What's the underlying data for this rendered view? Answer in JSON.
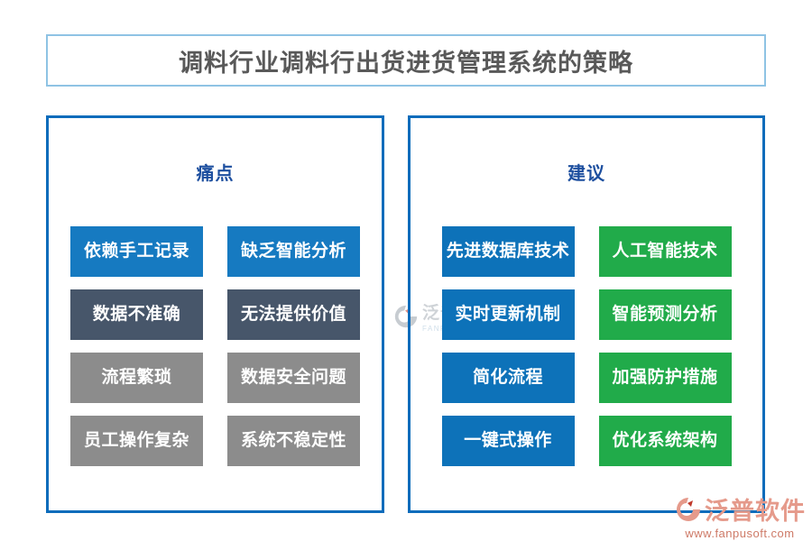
{
  "title": {
    "text": "调料行业调料行出货进货管理系统的策略"
  },
  "colors": {
    "title_border": "#8fc3e4",
    "panel_border": "#0c6cbb",
    "header_text": "#1d4f9f",
    "title_text": "#595959",
    "blue": "#167ac1",
    "blue_dark": "#0d72b9",
    "slate": "#47566a",
    "gray": "#8c8c8c",
    "green": "#21ab4a",
    "logo_salmon": "#e59a8b",
    "logo_url_red": "#ce7a67"
  },
  "panels": [
    {
      "header": "痛点",
      "items": [
        {
          "label": "依赖手工记录",
          "bg": "#167ac1"
        },
        {
          "label": "缺乏智能分析",
          "bg": "#167ac1"
        },
        {
          "label": "数据不准确",
          "bg": "#47566a"
        },
        {
          "label": "无法提供价值",
          "bg": "#47566a"
        },
        {
          "label": "流程繁琐",
          "bg": "#8c8c8c"
        },
        {
          "label": "数据安全问题",
          "bg": "#8c8c8c"
        },
        {
          "label": "员工操作复杂",
          "bg": "#8c8c8c"
        },
        {
          "label": "系统不稳定性",
          "bg": "#8c8c8c"
        }
      ]
    },
    {
      "header": "建议",
      "items": [
        {
          "label": "先进数据库技术",
          "bg": "#0d72b9"
        },
        {
          "label": "人工智能技术",
          "bg": "#21ab4a"
        },
        {
          "label": "实时更新机制",
          "bg": "#0d72b9"
        },
        {
          "label": "智能预测分析",
          "bg": "#21ab4a"
        },
        {
          "label": "简化流程",
          "bg": "#0d72b9"
        },
        {
          "label": "加强防护措施",
          "bg": "#21ab4a"
        },
        {
          "label": "一键式操作",
          "bg": "#0d72b9"
        },
        {
          "label": "优化系统架构",
          "bg": "#21ab4a"
        }
      ]
    }
  ],
  "watermark": {
    "brand": "泛普软件",
    "subtext": "FANPU SOFTWARE"
  },
  "brand_logo": {
    "name": "泛普软件",
    "url": "www.fanpusoft.com"
  }
}
